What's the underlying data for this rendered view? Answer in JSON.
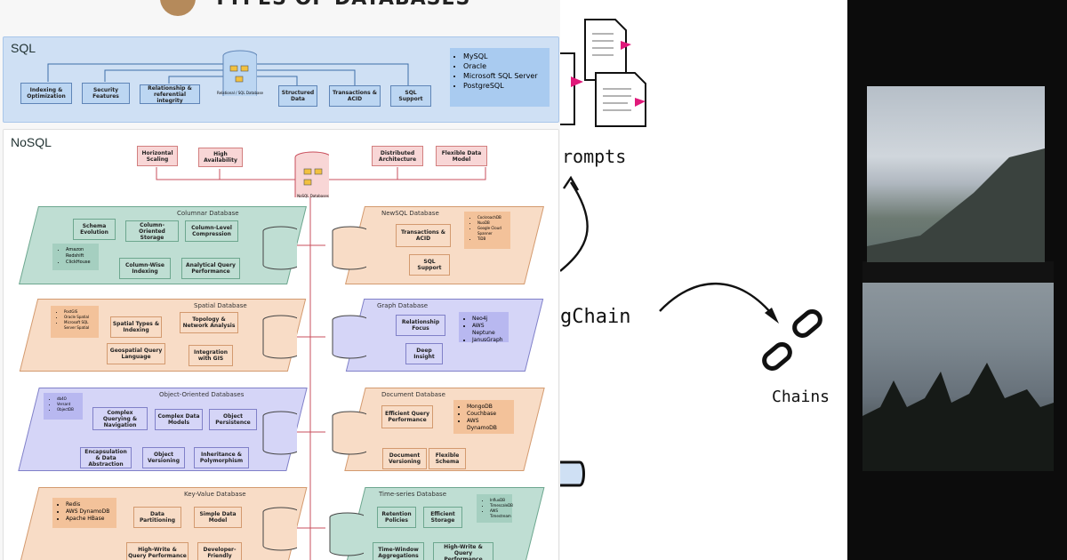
{
  "diagram": {
    "title": "TYPES OF DATABASES",
    "sql": {
      "label": "SQL",
      "center": "Relational / SQL Database",
      "features": [
        "Indexing & Optimization",
        "Security Features",
        "Relationship & referential integrity",
        "Structured Data",
        "Transactions & ACID",
        "SQL Support"
      ],
      "examples": [
        "MySQL",
        "Oracle",
        "Microsoft SQL Server",
        "PostgreSQL"
      ]
    },
    "nosql": {
      "label": "NoSQL",
      "center": "NoSQL Databases",
      "top_features": [
        "Horizontal Scaling",
        "High Availability",
        "Distributed Architecture",
        "Flexible Data Model"
      ],
      "columnar": {
        "title": "Columnar Database",
        "features": [
          "Schema Evolution",
          "Column-Oriented Storage",
          "Column-Level Compression",
          "Column-Wise Indexing",
          "Analytical Query Performance"
        ],
        "examples": [
          "Amazon Redshift",
          "ClickHouse"
        ]
      },
      "newsql": {
        "title": "NewSQL Database",
        "features": [
          "Transactions & ACID",
          "SQL Support"
        ],
        "examples": [
          "CockroachDB",
          "NuoDB",
          "Google Cloud Spanner",
          "TiDB"
        ]
      },
      "spatial": {
        "title": "Spatial Database",
        "features": [
          "Spatial Types & Indexing",
          "Topology & Network Analysis",
          "Geospatial Query Language",
          "Integration with GIS"
        ],
        "examples": [
          "PostGIS",
          "Oracle Spatial",
          "Microsoft SQL Server Spatial"
        ]
      },
      "graph": {
        "title": "Graph Database",
        "features": [
          "Relationship Focus",
          "Deep Insight"
        ],
        "examples": [
          "Neo4j",
          "AWS Neptune",
          "JanusGraph"
        ]
      },
      "oo": {
        "title": "Object-Oriented Databases",
        "features": [
          "Complex Querying & Navigation",
          "Complex Data Models",
          "Object Persistence",
          "Encapsulation & Data Abstraction",
          "Object Versioning",
          "Inheritance & Polymorphism"
        ],
        "examples": [
          "db4O",
          "Versant",
          "ObjectDB"
        ]
      },
      "document": {
        "title": "Document Database",
        "features": [
          "Efficient Query Performance",
          "Document Versioning",
          "Flexible Schema"
        ],
        "examples": [
          "MongoDB",
          "Couchbase",
          "AWS DynamoDB"
        ]
      },
      "keyvalue": {
        "title": "Key-Value Database",
        "features": [
          "Data Partitioning",
          "Simple Data Model",
          "High-Write & Query Performance",
          "Developer-Friendly"
        ],
        "examples": [
          "Redis",
          "AWS DynamoDB",
          "Apache HBase"
        ]
      },
      "timeseries": {
        "title": "Time-series Database",
        "features": [
          "Retention Policies",
          "Efficient Storage",
          "Time-Window Aggregations",
          "High-Write & Query Performance"
        ],
        "examples": [
          "InfluxDB",
          "TimescaleDB",
          "AWS Timestream"
        ]
      }
    }
  },
  "sketch": {
    "prompts_label": "rompts",
    "langchain_label": "gChain",
    "chains_label": "Chains"
  },
  "colors": {
    "sql_bg": "#cfe0f4",
    "teal": "#bfded3",
    "peach": "#f8dcc6",
    "purple": "#d5d5f7",
    "pink": "#f8d6d6",
    "accent_pink": "#e0197a"
  }
}
